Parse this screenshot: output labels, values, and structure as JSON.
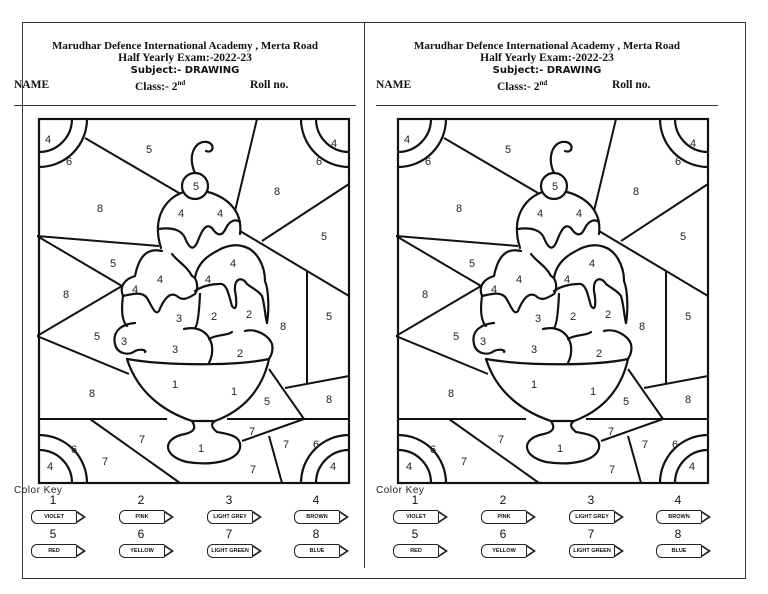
{
  "panels": [
    {
      "header": {
        "school": "Marudhar Defence International Academy , Merta Road",
        "exam": "Half Yearly Exam:-2022-23",
        "subject": "Subject:- DRAWING",
        "name_label": "NAME",
        "class_label": "Class:- 2",
        "class_sup": "nd",
        "roll_label": "Roll no."
      },
      "picture_labels": [
        "4",
        "6",
        "5",
        "4",
        "6",
        "5",
        "8",
        "8",
        "4",
        "4",
        "5",
        "5",
        "4",
        "4",
        "4",
        "4",
        "8",
        "3",
        "2",
        "2",
        "8",
        "5",
        "5",
        "3",
        "3",
        "2",
        "1",
        "1",
        "8",
        "5",
        "8",
        "7",
        "7",
        "7",
        "6",
        "6",
        "7",
        "1",
        "7",
        "4",
        "4"
      ],
      "color_key": {
        "title": "Color Key",
        "items": [
          {
            "number": "1",
            "color": "VIOLET"
          },
          {
            "number": "2",
            "color": "PINK"
          },
          {
            "number": "3",
            "color": "LIGHT GREY"
          },
          {
            "number": "4",
            "color": "BROWN"
          },
          {
            "number": "5",
            "color": "RED"
          },
          {
            "number": "6",
            "color": "YELLOW"
          },
          {
            "number": "7",
            "color": "LIGHT GREEN"
          },
          {
            "number": "8",
            "color": "BLUE"
          }
        ]
      }
    },
    {
      "header": {
        "school": "Marudhar Defence International Academy , Merta Road",
        "exam": "Half Yearly Exam:-2022-23",
        "subject": "Subject:- DRAWING",
        "name_label": "NAME",
        "class_label": "Class:- 2",
        "class_sup": "nd",
        "roll_label": "Roll no."
      },
      "picture_labels": [
        "4",
        "6",
        "5",
        "4",
        "6",
        "5",
        "8",
        "8",
        "4",
        "4",
        "5",
        "5",
        "4",
        "4",
        "4",
        "4",
        "8",
        "3",
        "2",
        "2",
        "8",
        "5",
        "5",
        "3",
        "3",
        "2",
        "1",
        "1",
        "8",
        "5",
        "8",
        "7",
        "7",
        "7",
        "6",
        "6",
        "7",
        "1",
        "7",
        "4",
        "4"
      ],
      "color_key": {
        "title": "Color Key",
        "items": [
          {
            "number": "1",
            "color": "VIOLET"
          },
          {
            "number": "2",
            "color": "PINK"
          },
          {
            "number": "3",
            "color": "LIGHT GREY"
          },
          {
            "number": "4",
            "color": "BROWN"
          },
          {
            "number": "5",
            "color": "RED"
          },
          {
            "number": "6",
            "color": "YELLOW"
          },
          {
            "number": "7",
            "color": "LIGHT GREEN"
          },
          {
            "number": "8",
            "color": "BLUE"
          }
        ]
      }
    }
  ]
}
